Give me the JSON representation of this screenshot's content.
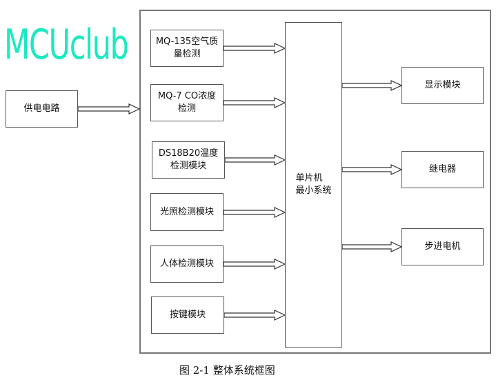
{
  "watermark": "MCUclub",
  "power": "供电电路",
  "inputs": [
    "MQ-135空气质量检测",
    "MQ-7 CO浓度检测",
    "DS18B20温度检测模块",
    "光照检测模块",
    "人体检测模块",
    "按键模块"
  ],
  "mcu": "单片机\n最小系统",
  "outputs": [
    "显示模块",
    "继电器",
    "步进电机"
  ],
  "caption": "图 2-1 整体系统框图"
}
